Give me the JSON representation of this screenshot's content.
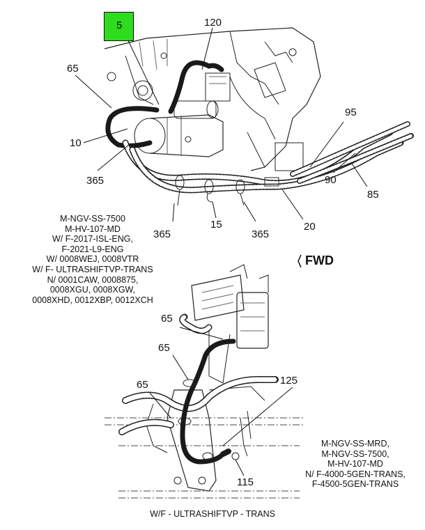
{
  "callouts": {
    "c5": "5",
    "c120": "120",
    "c65_top": "65",
    "c10": "10",
    "c365_left": "365",
    "c365_bottom_left": "365",
    "c15": "15",
    "c365_bottom_right": "365",
    "c20": "20",
    "c95": "95",
    "c90": "90",
    "c85": "85",
    "c65_mid_a": "65",
    "c65_mid_b": "65",
    "c65_lower": "65",
    "c125": "125",
    "c115": "115"
  },
  "notes": {
    "top_left": [
      "M-NGV-SS-7500",
      "M-HV-107-MD",
      "W/ F-2017-ISL-ENG,",
      "F-2021-L9-ENG",
      "W/ 0008WEJ, 0008VTR",
      "W/ F- ULTRASHIFTVP-TRANS",
      "N/ 0001CAW, 0008875,",
      "0008XGU, 0008XGW,",
      "0008XHD, 0012XBP, 0012XCH"
    ],
    "bottom_right": [
      "M-NGV-SS-MRD,",
      "M-NGV-SS-7500,",
      "M-HV-107-MD",
      "N/ F-4000-5GEN-TRANS,",
      "F-4500-5GEN-TRANS"
    ]
  },
  "fwd_label": "FWD",
  "bottom_caption": "W/F - ULTRASHIFTVP - TRANS",
  "colors": {
    "highlight": "#2edc1e",
    "ink": "#111111",
    "cable": "#1a1a1a"
  }
}
